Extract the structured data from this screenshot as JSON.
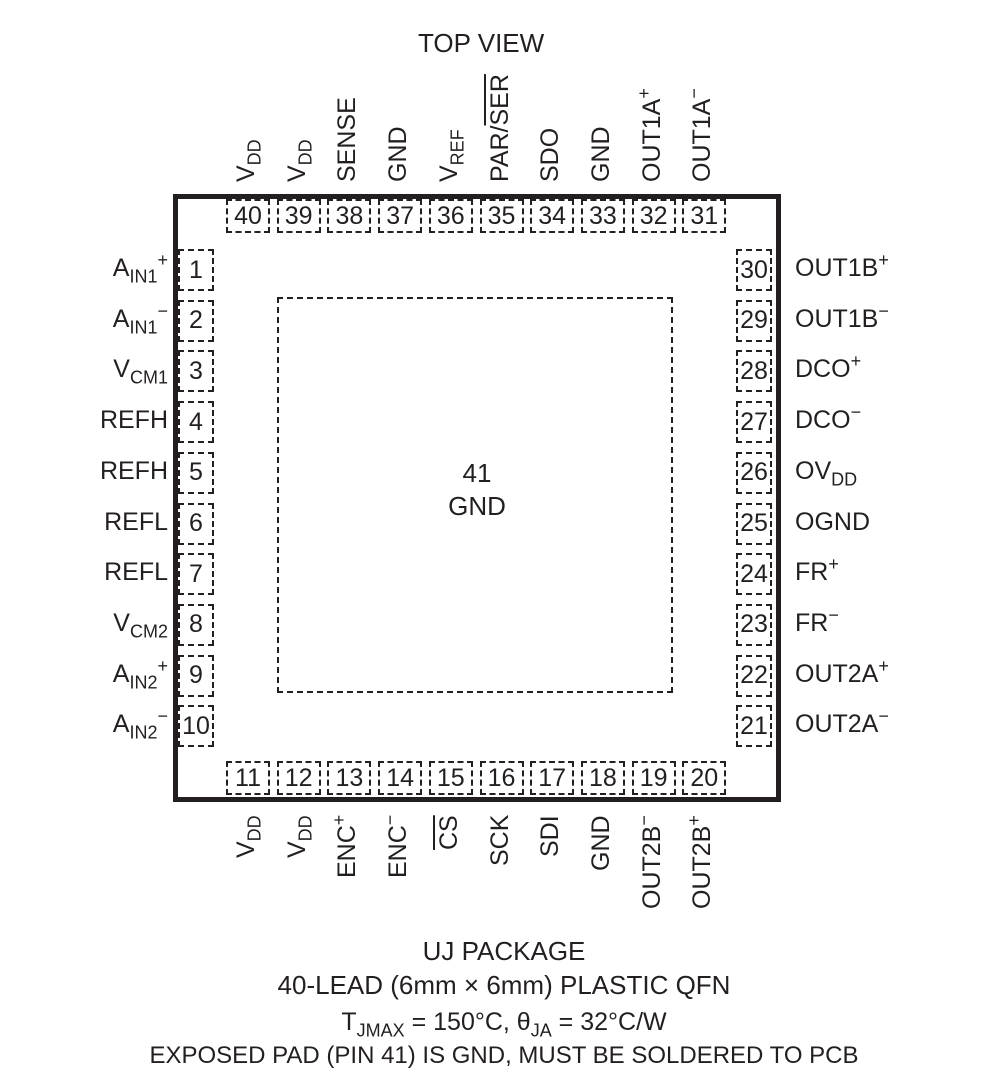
{
  "title": "TOP VIEW",
  "exposed_pad": {
    "number": "41",
    "name": "GND"
  },
  "pins": {
    "left": [
      {
        "num": "1",
        "name": "AIN1+"
      },
      {
        "num": "2",
        "name": "AIN1−"
      },
      {
        "num": "3",
        "name": "VCM1"
      },
      {
        "num": "4",
        "name": "REFH"
      },
      {
        "num": "5",
        "name": "REFH"
      },
      {
        "num": "6",
        "name": "REFL"
      },
      {
        "num": "7",
        "name": "REFL"
      },
      {
        "num": "8",
        "name": "VCM2"
      },
      {
        "num": "9",
        "name": "AIN2+"
      },
      {
        "num": "10",
        "name": "AIN2−"
      }
    ],
    "bottom": [
      {
        "num": "11",
        "name": "VDD"
      },
      {
        "num": "12",
        "name": "VDD"
      },
      {
        "num": "13",
        "name": "ENC+"
      },
      {
        "num": "14",
        "name": "ENC−"
      },
      {
        "num": "15",
        "name": "CS"
      },
      {
        "num": "16",
        "name": "SCK"
      },
      {
        "num": "17",
        "name": "SDI"
      },
      {
        "num": "18",
        "name": "GND"
      },
      {
        "num": "19",
        "name": "OUT2B−"
      },
      {
        "num": "20",
        "name": "OUT2B+"
      }
    ],
    "right": [
      {
        "num": "21",
        "name": "OUT2A−"
      },
      {
        "num": "22",
        "name": "OUT2A+"
      },
      {
        "num": "23",
        "name": "FR−"
      },
      {
        "num": "24",
        "name": "FR+"
      },
      {
        "num": "25",
        "name": "OGND"
      },
      {
        "num": "26",
        "name": "OVDD"
      },
      {
        "num": "27",
        "name": "DCO−"
      },
      {
        "num": "28",
        "name": "DCO+"
      },
      {
        "num": "29",
        "name": "OUT1B−"
      },
      {
        "num": "30",
        "name": "OUT1B+"
      }
    ],
    "top": [
      {
        "num": "31",
        "name": "OUT1A−"
      },
      {
        "num": "32",
        "name": "OUT1A+"
      },
      {
        "num": "33",
        "name": "GND"
      },
      {
        "num": "34",
        "name": "SDO"
      },
      {
        "num": "35",
        "name": "PAR/SER"
      },
      {
        "num": "36",
        "name": "VREF"
      },
      {
        "num": "37",
        "name": "GND"
      },
      {
        "num": "38",
        "name": "SENSE"
      },
      {
        "num": "39",
        "name": "VDD"
      },
      {
        "num": "40",
        "name": "VDD"
      }
    ]
  },
  "package": {
    "name": "UJ PACKAGE",
    "description": "40-LEAD (6mm × 6mm) PLASTIC QFN",
    "thermal": "TJMAX = 150°C, θJA = 32°C/W",
    "note": "EXPOSED PAD (PIN 41) IS GND, MUST BE SOLDERED TO PCB"
  }
}
